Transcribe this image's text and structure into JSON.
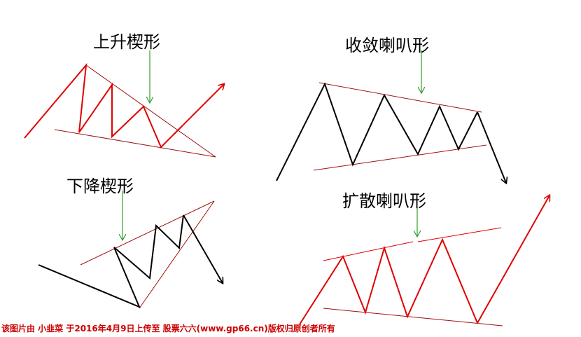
{
  "titles": {
    "rising_wedge": "上升楔形",
    "falling_wedge": "下降楔形",
    "converging_horn": "收敛喇叭形",
    "expanding_horn": "扩散喇叭形"
  },
  "footer": "该图片由 小韭菜 于2016年4月9日上传至 股票六六(www.gp66.cn)版权归原创者所有",
  "colors": {
    "red_line": "#e00000",
    "trend_line": "#a01010",
    "black_line": "#000000",
    "arrow_green": "#2e9e2e",
    "footer_text": "#cc0000"
  }
}
